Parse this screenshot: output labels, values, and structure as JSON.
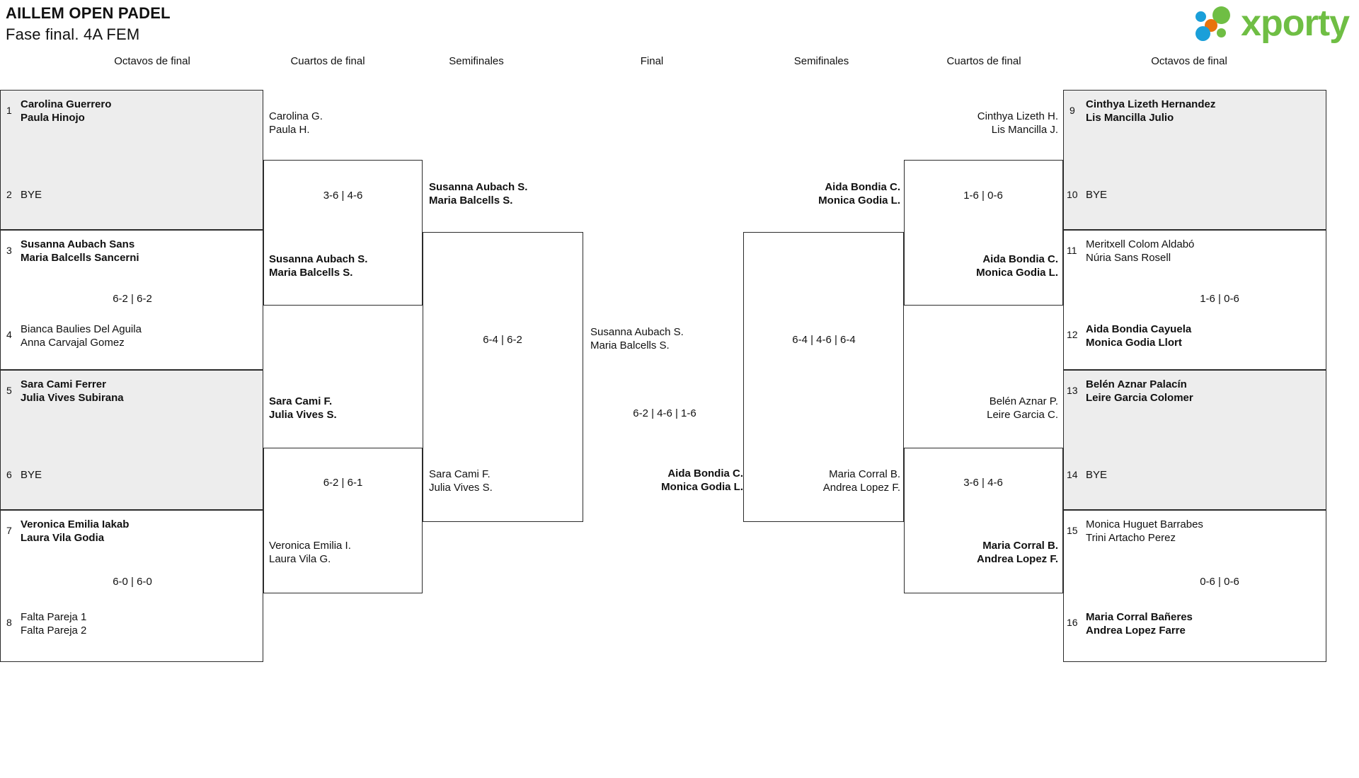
{
  "header": {
    "tournament_title": "AILLEM OPEN PADEL",
    "phase_title": "Fase final. 4A FEM",
    "logo_word": "xporty",
    "logo_colors": {
      "green": "#6fbe44",
      "blue": "#1a9fd9",
      "orange": "#e8730c"
    }
  },
  "round_labels": {
    "left_r16": "Octavos de final",
    "left_qf": "Cuartos de final",
    "left_sf": "Semifinales",
    "final": "Final",
    "right_sf": "Semifinales",
    "right_qf": "Cuartos de final",
    "right_r16": "Octavos de final"
  },
  "colors": {
    "shaded_row": "#ededed",
    "border": "#2b2b2b",
    "text": "#111111"
  },
  "bracket": {
    "left_r16": [
      {
        "top_seed": "1",
        "top_line1": "Carolina Guerrero",
        "top_line2": "Paula Hinojo",
        "top_winner": true,
        "bottom_seed": "2",
        "bottom_line1": "BYE",
        "bottom_line2": "",
        "bottom_winner": false,
        "score": "",
        "shaded": true
      },
      {
        "top_seed": "3",
        "top_line1": "Susanna Aubach Sans",
        "top_line2": "Maria Balcells Sancerni",
        "top_winner": true,
        "bottom_seed": "4",
        "bottom_line1": "Bianca Baulies Del Aguila",
        "bottom_line2": "Anna Carvajal Gomez",
        "bottom_winner": false,
        "score": "6-2 | 6-2",
        "shaded": false
      },
      {
        "top_seed": "5",
        "top_line1": "Sara Cami Ferrer",
        "top_line2": "Julia Vives Subirana",
        "top_winner": true,
        "bottom_seed": "6",
        "bottom_line1": "BYE",
        "bottom_line2": "",
        "bottom_winner": false,
        "score": "",
        "shaded": true
      },
      {
        "top_seed": "7",
        "top_line1": "Veronica Emilia Iakab",
        "top_line2": "Laura Vila Godia",
        "top_winner": true,
        "bottom_seed": "8",
        "bottom_line1": "Falta Pareja 1",
        "bottom_line2": "Falta Pareja 2",
        "bottom_winner": false,
        "score": "6-0 | 6-0",
        "shaded": false
      }
    ],
    "left_qf": [
      {
        "top_line1": "Carolina G.",
        "top_line2": "Paula H.",
        "top_winner": false,
        "bottom_line1": "Susanna Aubach S.",
        "bottom_line2": "Maria Balcells S.",
        "bottom_winner": true,
        "score": "3-6 | 4-6"
      },
      {
        "top_line1": "Sara Cami F.",
        "top_line2": "Julia Vives S.",
        "top_winner": true,
        "bottom_line1": "Veronica Emilia I.",
        "bottom_line2": "Laura Vila G.",
        "bottom_winner": false,
        "score": "6-2 | 6-1"
      }
    ],
    "left_sf": [
      {
        "top_line1": "Susanna Aubach S.",
        "top_line2": "Maria Balcells S.",
        "top_winner": true,
        "bottom_line1": "Sara Cami F.",
        "bottom_line2": "Julia Vives S.",
        "bottom_winner": false,
        "score": "6-4 | 6-2"
      }
    ],
    "final": {
      "top_line1": "Susanna Aubach S.",
      "top_line2": "Maria Balcells S.",
      "top_winner": false,
      "bottom_line1": "Aida Bondia C.",
      "bottom_line2": "Monica Godia L.",
      "bottom_winner": true,
      "score": "6-2 | 4-6 | 1-6"
    },
    "right_sf": [
      {
        "top_line1": "Aida Bondia C.",
        "top_line2": "Monica Godia L.",
        "top_winner": true,
        "bottom_line1": "Maria Corral B.",
        "bottom_line2": "Andrea Lopez F.",
        "bottom_winner": false,
        "score": "6-4 | 4-6 | 6-4"
      }
    ],
    "right_qf": [
      {
        "top_line1": "Cinthya Lizeth H.",
        "top_line2": "Lis Mancilla J.",
        "top_winner": false,
        "bottom_line1": "Aida Bondia C.",
        "bottom_line2": "Monica Godia L.",
        "bottom_winner": true,
        "score": "1-6 | 0-6"
      },
      {
        "top_line1": "Belén Aznar P.",
        "top_line2": "Leire Garcia C.",
        "top_winner": false,
        "bottom_line1": "Maria Corral B.",
        "bottom_line2": "Andrea Lopez F.",
        "bottom_winner": true,
        "score": "3-6 | 4-6"
      }
    ],
    "right_r16": [
      {
        "top_seed": "9",
        "top_line1": "Cinthya Lizeth Hernandez",
        "top_line2": "Lis Mancilla Julio",
        "top_winner": true,
        "bottom_seed": "10",
        "bottom_line1": "BYE",
        "bottom_line2": "",
        "bottom_winner": false,
        "score": "",
        "shaded": true
      },
      {
        "top_seed": "11",
        "top_line1": "Meritxell Colom Aldabó",
        "top_line2": "Núria Sans Rosell",
        "top_winner": false,
        "bottom_seed": "12",
        "bottom_line1": "Aida Bondia Cayuela",
        "bottom_line2": "Monica Godia Llort",
        "bottom_winner": true,
        "score": "1-6 | 0-6",
        "shaded": false
      },
      {
        "top_seed": "13",
        "top_line1": "Belén Aznar Palacín",
        "top_line2": "Leire Garcia Colomer",
        "top_winner": true,
        "bottom_seed": "14",
        "bottom_line1": "BYE",
        "bottom_line2": "",
        "bottom_winner": false,
        "score": "",
        "shaded": true
      },
      {
        "top_seed": "15",
        "top_line1": "Monica Huguet Barrabes",
        "top_line2": "Trini Artacho Perez",
        "top_winner": false,
        "bottom_seed": "16",
        "bottom_line1": "Maria Corral Bañeres",
        "bottom_line2": "Andrea Lopez Farre",
        "bottom_winner": true,
        "score": "0-6 | 0-6",
        "shaded": false
      }
    ]
  }
}
